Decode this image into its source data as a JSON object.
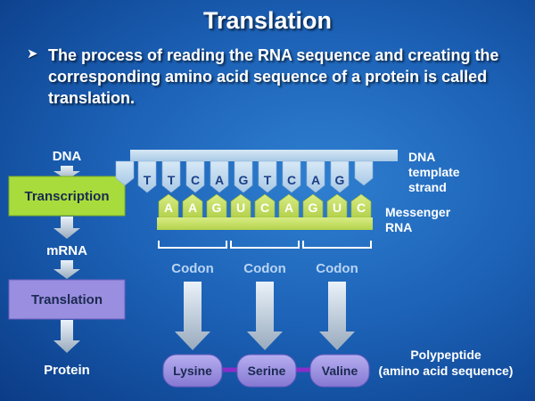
{
  "slide": {
    "title": "Translation",
    "bullet": "The process of reading the RNA sequence and creating  the corresponding amino acid sequence of a protein is called translation."
  },
  "flow": {
    "dna_label": "DNA",
    "transcription_label": "Transcription",
    "mrna_label": "mRNA",
    "translation_label": "Translation",
    "protein_label": "Protein"
  },
  "strands": {
    "dna_bases": [
      "T",
      "T",
      "C",
      "A",
      "G",
      "T",
      "C",
      "A",
      "G"
    ],
    "mrna_bases": [
      "A",
      "A",
      "G",
      "U",
      "C",
      "A",
      "G",
      "U",
      "C"
    ],
    "dna_template_label": [
      "DNA",
      "template",
      "strand"
    ],
    "messenger_rna_label": [
      "Messenger",
      "RNA"
    ]
  },
  "codons": [
    "Codon",
    "Codon",
    "Codon"
  ],
  "amino_acids": [
    "Lysine",
    "Serine",
    "Valine"
  ],
  "polypeptide_label": [
    "Polypeptide",
    "(amino acid sequence)"
  ],
  "colors": {
    "dna_fill": "#bcd8ee",
    "mrna_fill": "#c8e068",
    "transcription_box": "#a8dc3c",
    "translation_box": "#9a8ee0",
    "amino_acid_fill": "#9a8ee0",
    "connector": "#8a2ec8",
    "dna_letters": "#1b3f86",
    "mrna_letters": "#ffffff"
  }
}
